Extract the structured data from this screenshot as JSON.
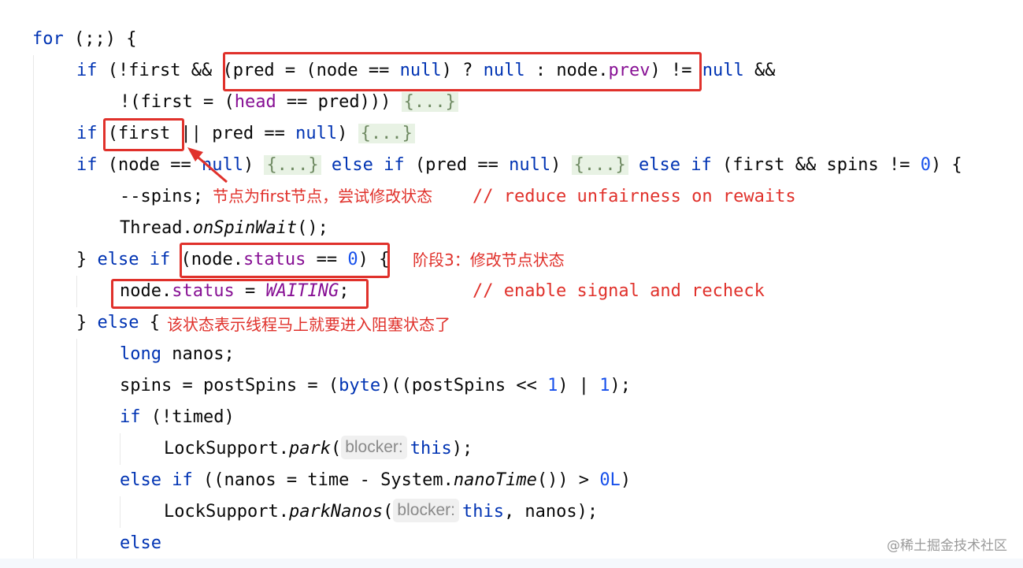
{
  "code": {
    "lines": {
      "l1": {
        "kw_for": "for",
        "rest": " (;;) {"
      },
      "l2": {
        "kw_if": "if",
        "t1": " (!first && ",
        "t2": "(pred = (node == ",
        "kw_null1": "null",
        "t3": ") ? ",
        "kw_null2": "null",
        "t4": " : node.",
        "fld_prev": "prev",
        "t5": ")",
        "t6": " != ",
        "kw_null3": "null",
        "t7": " &&"
      },
      "l3": {
        "t1": "!(first = (",
        "fld_head": "head",
        "t2": " == pred))) ",
        "fold": "{...}"
      },
      "l4": {
        "kw_if": "if",
        "t1": " (first",
        "t2": " || pred == ",
        "kw_null": "null",
        "t3": ") ",
        "fold": "{...}"
      },
      "l5": {
        "kw_if": "if",
        "t1": " (node == ",
        "kw_null1": "null",
        "t2": ") ",
        "fold1": "{...}",
        "kw_else1": " else if",
        "t3": " (pred == ",
        "kw_null2": "null",
        "t4": ") ",
        "fold2": "{...}",
        "kw_else2": " else if",
        "t5": " (first && spins != ",
        "num0": "0",
        "t6": ") {"
      },
      "l6": {
        "t1": "--spins;",
        "comment": "// reduce unfairness on rewaits"
      },
      "l7": {
        "t1": "Thread.",
        "method": "onSpinWait",
        "t2": "();"
      },
      "l8": {
        "t1": "} ",
        "kw_else": "else if",
        "t2": " (node.",
        "fld_status": "status",
        "t3": " == ",
        "num0": "0",
        "t4": ")",
        "t5": " {"
      },
      "l9": {
        "t1": "node.",
        "fld_status": "status",
        "t2": " = ",
        "const": "WAITING",
        "t3": ";",
        "comment": "// enable signal and recheck"
      },
      "l10": {
        "t1": "} ",
        "kw_else": "else",
        "t2": " {"
      },
      "l11": {
        "kw_long": "long",
        "t1": " nanos;"
      },
      "l12": {
        "t1": "spins = postSpins = (",
        "kw_byte": "byte",
        "t2": ")((postSpins << ",
        "num1": "1",
        "t3": ") | ",
        "num2": "1",
        "t4": ");"
      },
      "l13": {
        "kw_if": "if",
        "t1": " (!timed)"
      },
      "l14": {
        "t1": "LockSupport.",
        "method": "park",
        "t2": "(",
        "hint": "blocker:",
        "kw_this": "this",
        "t3": ");"
      },
      "l15": {
        "kw_else": "else if",
        "t1": " ((nanos = time - System.",
        "method": "nanoTime",
        "t2": "()) > ",
        "num": "0L",
        "t3": ")"
      },
      "l16": {
        "t1": "LockSupport.",
        "method": "parkNanos",
        "t2": "(",
        "hint": "blocker:",
        "kw_this": "this",
        "t3": ", nanos);"
      },
      "l17": {
        "kw_else": "else"
      }
    }
  },
  "annotations": {
    "first_node": "节点为first节点，尝试修改状态",
    "stage3": "阶段3：修改节点状态",
    "blocking": "该状态表示线程马上就要进入阻塞状态了"
  },
  "watermark": "@稀土掘金技术社区",
  "colors": {
    "keyword": "#0033b3",
    "number": "#1750eb",
    "field": "#871094",
    "annotation": "#e0312b",
    "fold_background": "#e8f2e4"
  }
}
